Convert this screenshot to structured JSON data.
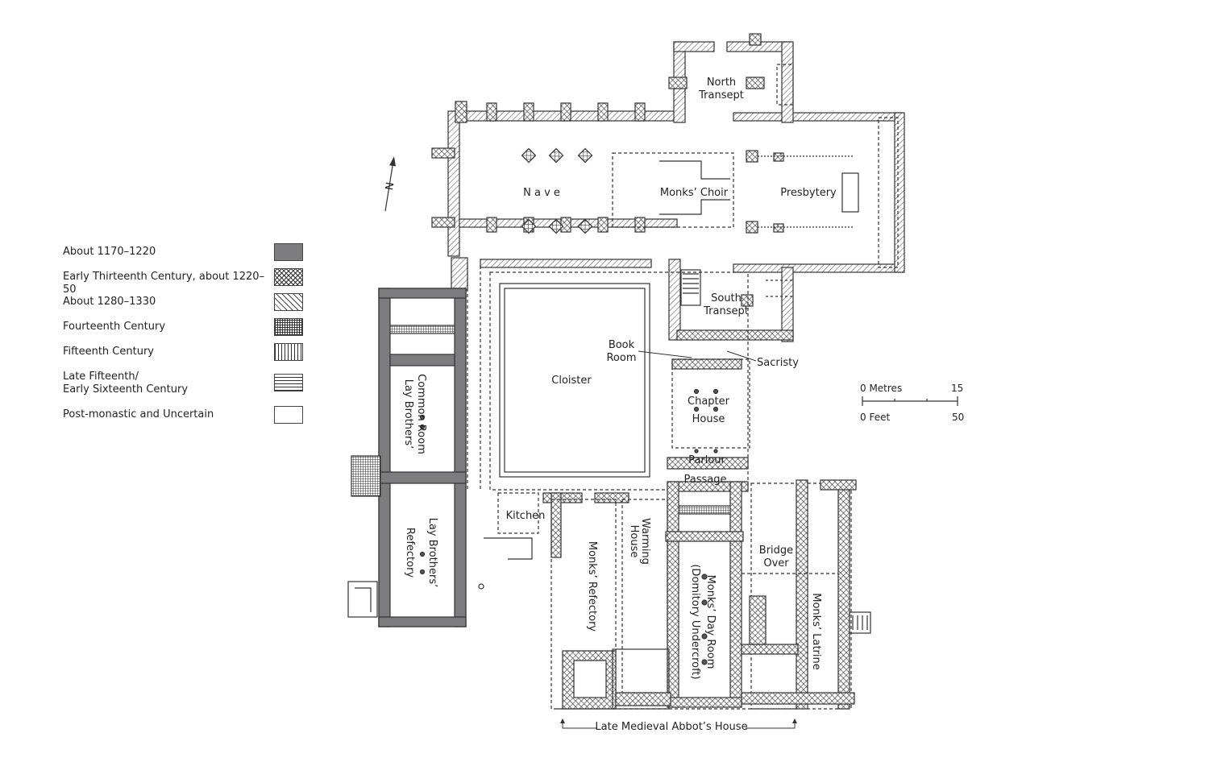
{
  "legend": [
    {
      "label": "About 1170–1220",
      "key": "about-1170-1220",
      "fill": "#7d7d80"
    },
    {
      "label": "Early Thirteenth Century, about 1220–50",
      "key": "early-thirteenth-century"
    },
    {
      "label": "About 1280–1330",
      "key": "about-1280-1330"
    },
    {
      "label": "Fourteenth Century",
      "key": "fourteenth-century"
    },
    {
      "label": "Fifteenth Century",
      "key": "fifteenth-century"
    },
    {
      "label": "Late Fifteenth/",
      "label2": "Early Sixteenth Century",
      "key": "late-fifteenth-early-sixteenth"
    },
    {
      "label": "Post-monastic and Uncertain",
      "key": "post-monastic-uncertain"
    }
  ],
  "north_label": "N",
  "rooms": {
    "north_transept_1": "North",
    "north_transept_2": "Transept",
    "nave": "N a v e",
    "monks_choir": "Monks’ Choir",
    "presbytery": "Presbytery",
    "south_transept_1": "South",
    "south_transept_2": "Transept",
    "book_room_1": "Book",
    "book_room_2": "Room",
    "sacristy": "Sacristy",
    "cloister": "Cloister",
    "chapter_house_1": "Chapter",
    "chapter_house_2": "House",
    "parlour": "Parlour",
    "passage": "Passage",
    "kitchen": "Kitchen",
    "lay_common_1": "Lay Brothers’",
    "lay_common_2": "Common Room",
    "lay_refectory_1": "Lay Brothers’",
    "lay_refectory_2": "Refectory",
    "monks_refectory": "Monks’ Refectory",
    "warming_1": "Warming",
    "warming_2": "House",
    "bridge_1": "Bridge",
    "bridge_2": "Over",
    "day_room_1": "Monks’ Day Room",
    "day_room_2": "(Domitory Undercroft)",
    "latrine": "Monks’ Latrine",
    "abbots_house": "Late Medieval Abbot’s House"
  },
  "scale": {
    "metres_label": "0 Metres",
    "metres_max": "15",
    "feet_label": "0 Feet",
    "feet_max": "50"
  }
}
